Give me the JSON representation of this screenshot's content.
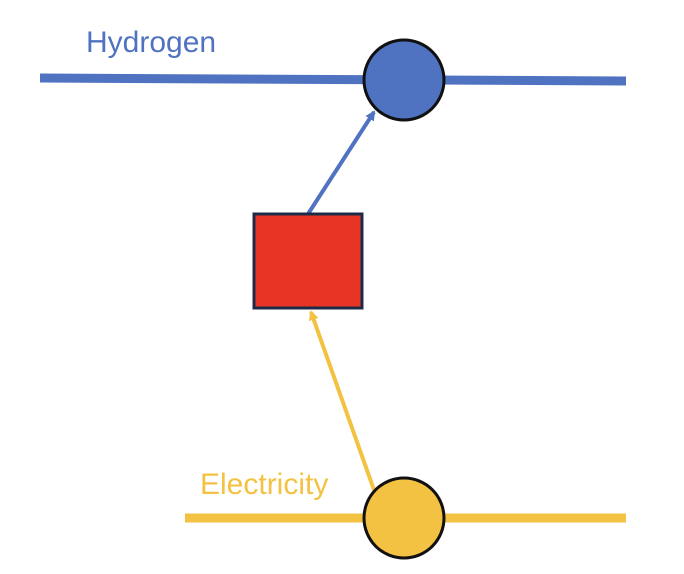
{
  "diagram": {
    "labels": {
      "hydrogen": "Hydrogen",
      "electricity": "Electricity"
    },
    "nodes": [
      {
        "id": "hydrogen-bus",
        "kind": "circle",
        "carrier": "hydrogen"
      },
      {
        "id": "converter",
        "kind": "square"
      },
      {
        "id": "electricity-bus",
        "kind": "circle",
        "carrier": "electricity"
      }
    ],
    "flows": [
      {
        "from": "electricity-bus",
        "to": "converter",
        "carrier": "electricity"
      },
      {
        "from": "converter",
        "to": "hydrogen-bus",
        "carrier": "hydrogen"
      }
    ],
    "colors": {
      "hydrogen": "#4f72c1",
      "electricity": "#f4c242",
      "converter": "#e83425",
      "outline": "#1d2b47",
      "circle_outline": "#111111"
    }
  }
}
